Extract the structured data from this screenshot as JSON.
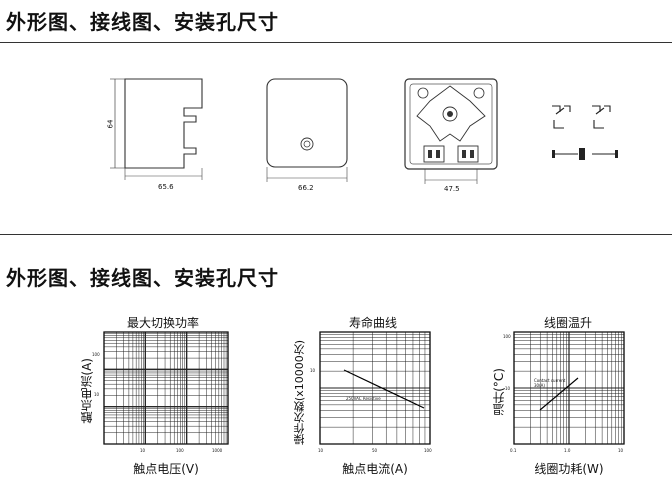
{
  "sections": [
    {
      "title": "外形图、接线图、安装孔尺寸"
    },
    {
      "title": "外形图、接线图、安装孔尺寸"
    }
  ],
  "drawings": {
    "side_view": {
      "height_dim": "64",
      "width_dim": "65.6"
    },
    "front_view": {
      "width_dim": "66.2"
    },
    "bottom_view": {
      "width_dim": "47.5"
    }
  },
  "charts": {
    "switching": {
      "title": "最大切换功率",
      "ylabel": "触点电流(A)",
      "xlabel": "触点电压(V)",
      "yticks": [
        "100",
        "10"
      ],
      "xticks": [
        "10",
        "100",
        "1000"
      ]
    },
    "life": {
      "title": "寿命曲线",
      "ylabel": "操作次数(x10000次)",
      "xlabel": "触点电流(A)",
      "yticks": [
        "10"
      ],
      "xticks": [
        "10",
        "50",
        "100"
      ],
      "annotation": "250VAC Resistive"
    },
    "temp": {
      "title": "线圈温升",
      "ylabel": "温升(°C)",
      "xlabel": "线圈功耗(W)",
      "yticks": [
        "100",
        "10"
      ],
      "xticks": [
        "0.1",
        "1.0",
        "10"
      ],
      "annotation": "Contact current 30(A)"
    }
  }
}
